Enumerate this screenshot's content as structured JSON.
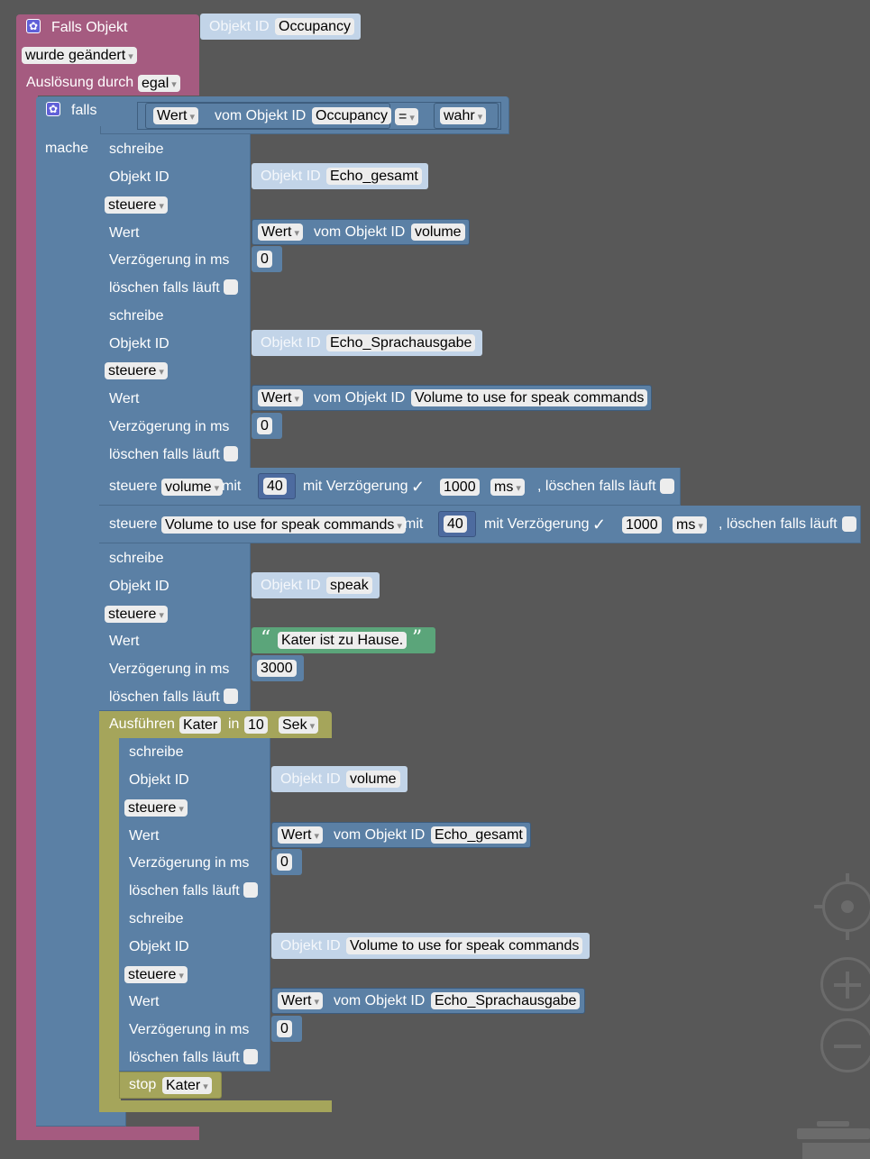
{
  "trigger": {
    "title": "Falls Objekt",
    "obj_label": "Objekt ID",
    "obj_value": "Occupancy",
    "changed": "wurde geändert",
    "ausloesung_label": "Auslösung durch",
    "ausloesung_value": "egal"
  },
  "if_block": {
    "falls": "falls",
    "mache": "mache",
    "wert": "Wert",
    "vom_objekt": "vom Objekt ID",
    "obj_value": "Occupancy",
    "op": "=",
    "compare": "wahr"
  },
  "labels": {
    "schreibe": "schreibe",
    "objekt_id": "Objekt ID",
    "steuere": "steuere",
    "wert": "Wert",
    "verzoegerung": "Verzögerung in ms",
    "loeschen": "löschen falls läuft",
    "vom_objekt": "vom Objekt ID",
    "mit": "mit",
    "mit_verz": "mit Verzögerung",
    "ms": "ms",
    "loeschen_comma": ", löschen falls läuft",
    "ausfuehren": "Ausführen",
    "in": "in",
    "sek": "Sek",
    "stop": "stop",
    "check": "✓"
  },
  "write_blocks": [
    {
      "target": "Echo_gesamt",
      "source": "volume",
      "delay": "0"
    },
    {
      "target": "Echo_Sprachausgabe",
      "source": "Volume to use for speak commands",
      "delay": "0"
    },
    {
      "target": "speak",
      "text": "Kater ist zu Hause.",
      "delay": "3000"
    },
    {
      "target": "volume",
      "source": "Echo_gesamt",
      "delay": "0"
    },
    {
      "target": "Volume to use for speak commands",
      "source": "Echo_Sprachausgabe",
      "delay": "0"
    }
  ],
  "control_rows": [
    {
      "target": "volume",
      "value": "40",
      "delay": "1000"
    },
    {
      "target": "Volume to use for speak commands",
      "value": "40",
      "delay": "1000"
    }
  ],
  "timeout": {
    "name": "Kater",
    "value": "10"
  },
  "stop_name": "Kater"
}
